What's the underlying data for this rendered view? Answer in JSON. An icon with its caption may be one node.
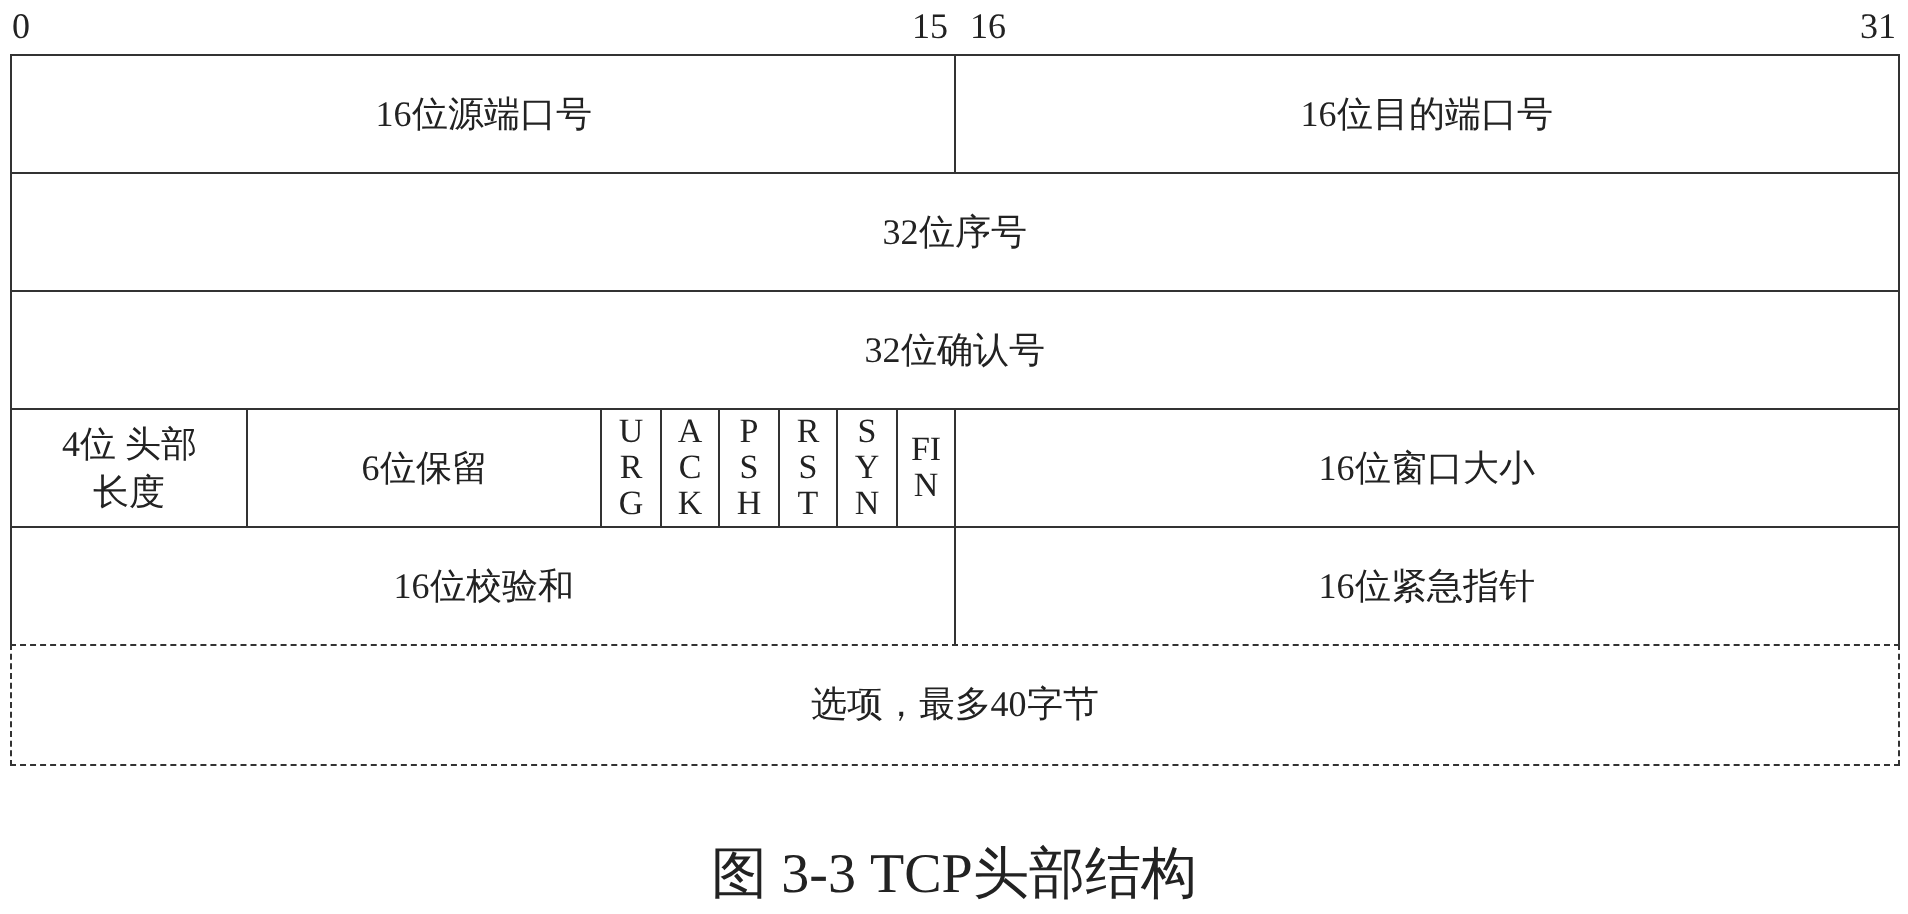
{
  "diagram": {
    "caption": "图 3-3 TCP头部结构",
    "nodes": [
      {
        "text": [
          "16位源端口号"
        ]
      },
      {
        "text": [
          "16位目的端口号"
        ]
      },
      {
        "text": [
          "32位序号"
        ]
      },
      {
        "text": [
          "32位确认号"
        ]
      },
      {
        "text": [
          "4位 头部长度"
        ]
      },
      {
        "text": [
          "6位保留"
        ]
      },
      {
        "text": [
          "URG"
        ]
      },
      {
        "text": [
          "ACK"
        ]
      },
      {
        "text": [
          "PSH"
        ]
      },
      {
        "text": [
          "RST"
        ]
      },
      {
        "text": [
          "SYN"
        ]
      },
      {
        "text": [
          "FIN"
        ]
      },
      {
        "text": [
          "16位窗口大小"
        ]
      },
      {
        "text": [
          "16位校验和"
        ]
      },
      {
        "text": [
          "16位紧急指针"
        ]
      },
      {
        "text": [
          "选项，最多40字节"
        ]
      }
    ],
    "labels": [
      "0",
      "15",
      "16",
      "31"
    ]
  }
}
